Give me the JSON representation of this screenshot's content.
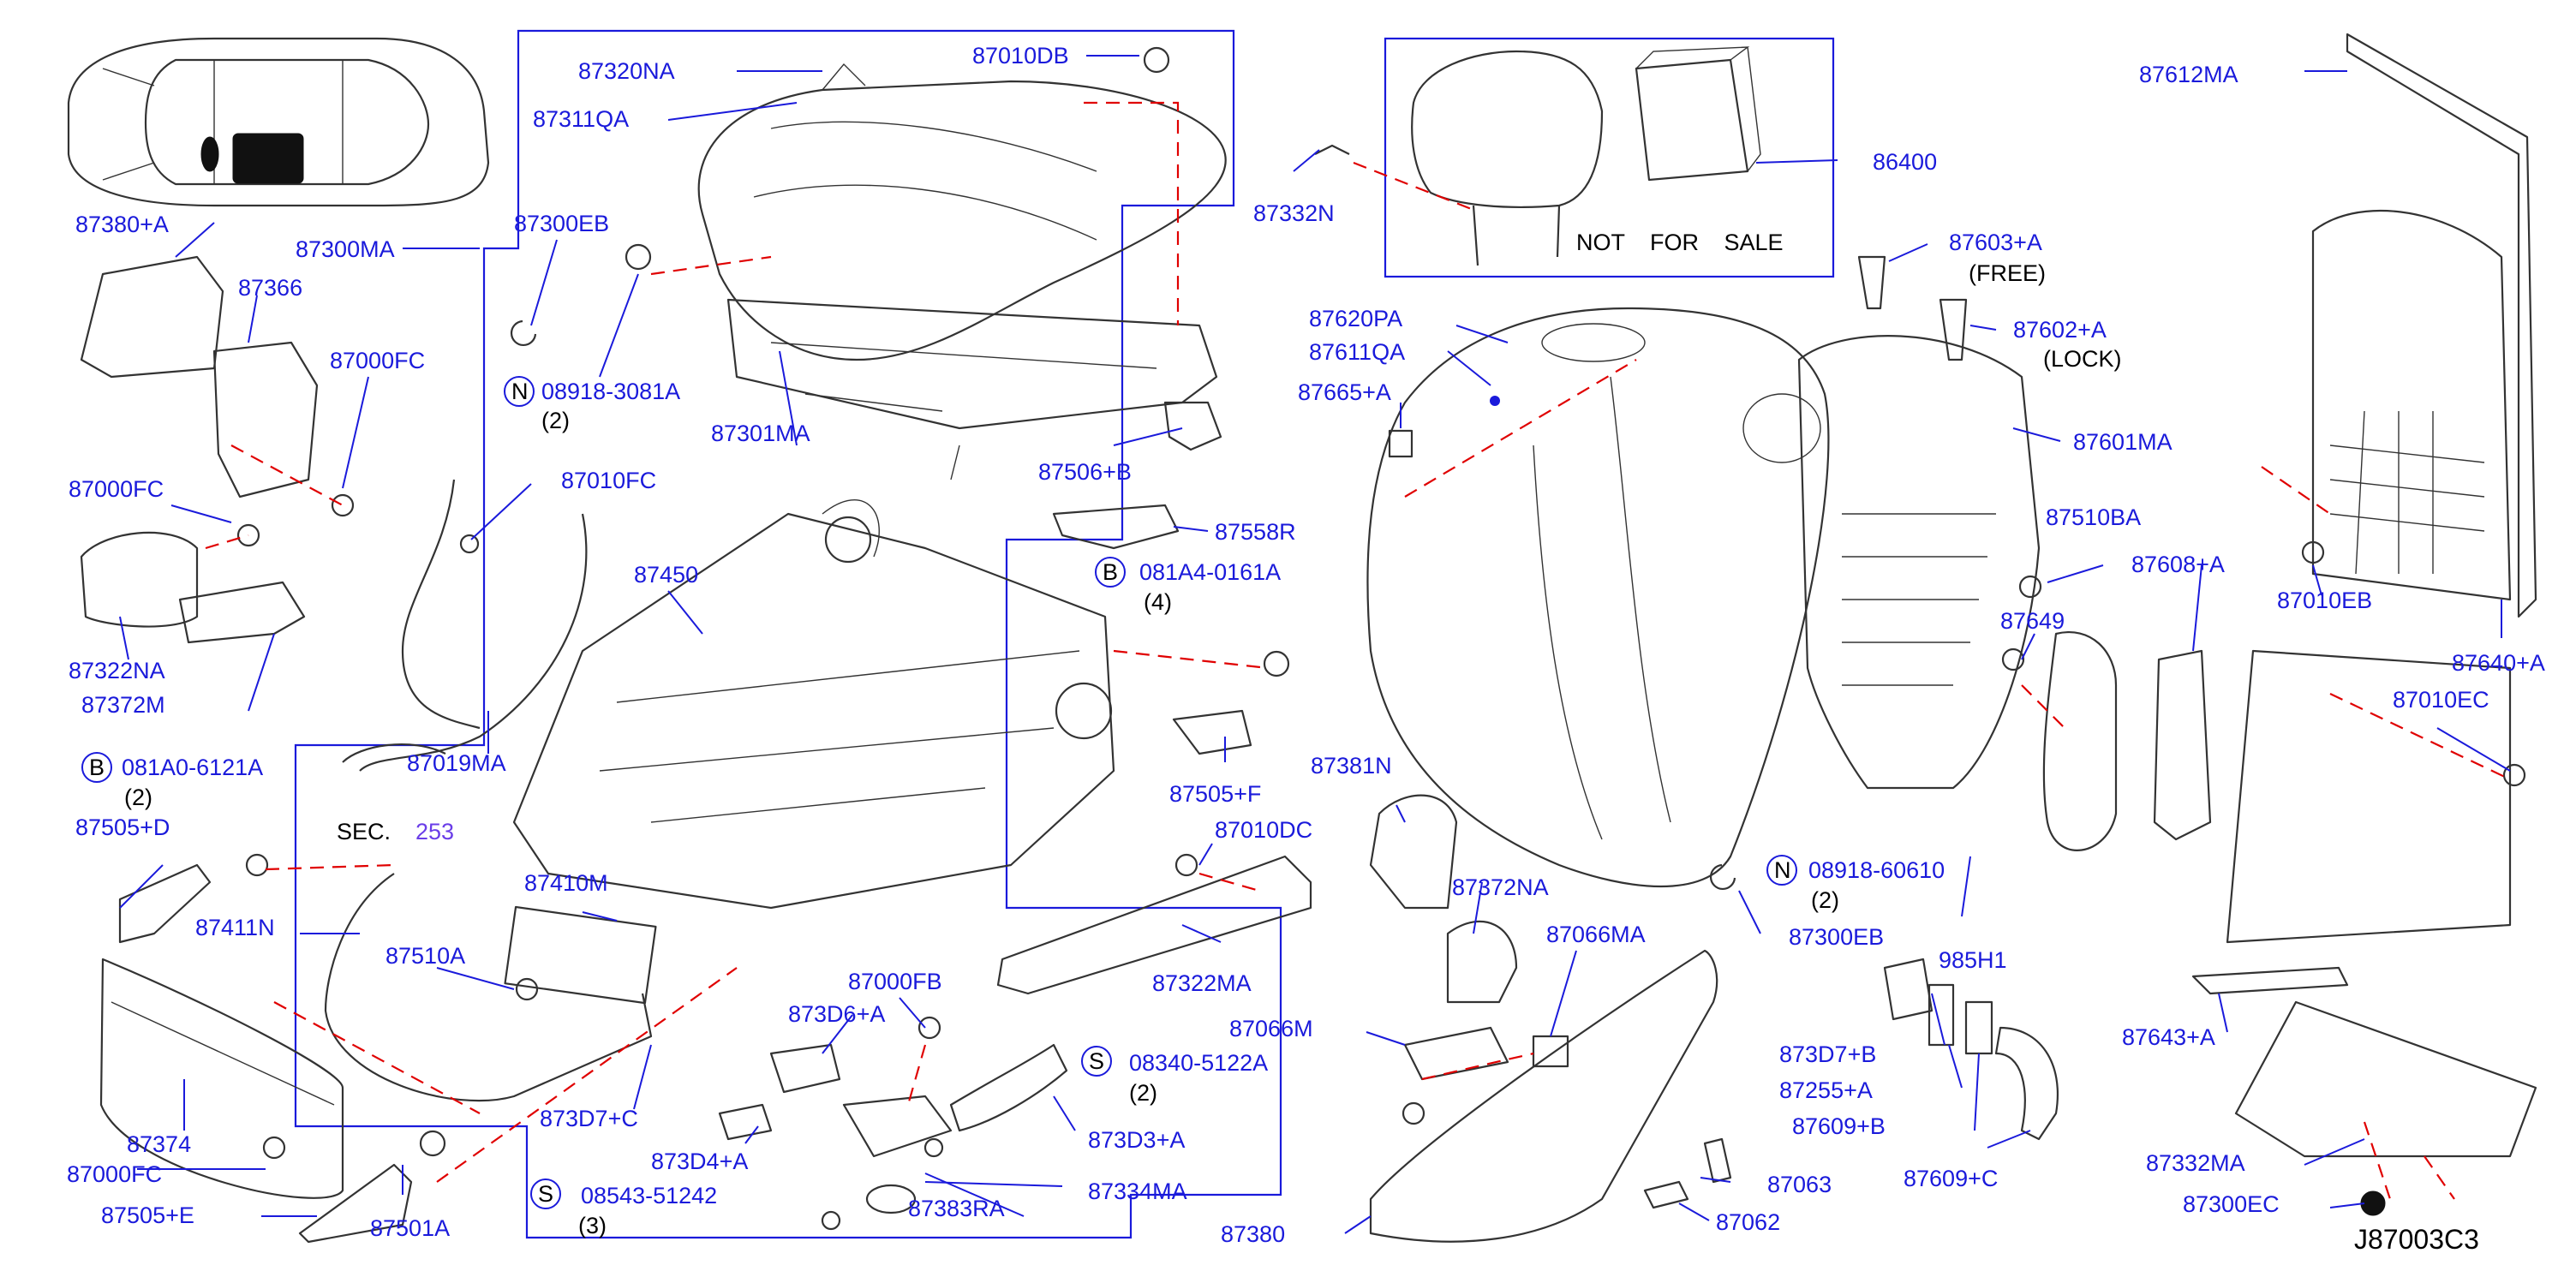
{
  "diagram": {
    "code": "J87003C3",
    "note": "NOT FOR SALE",
    "sec_prefix": "SEC.",
    "sec_number": "253",
    "colors": {
      "label": "#1a1adb",
      "dashed": "#e00000",
      "line": "#333333",
      "section": "#6a3de8"
    },
    "labels": {
      "l87320NA": "87320NA",
      "l87311QA": "87311QA",
      "l87010DB": "87010DB",
      "l87300EB_a": "87300EB",
      "l87300MA": "87300MA",
      "l87380A": "87380+A",
      "l87366": "87366",
      "l87000FC_a": "87000FC",
      "l87000FC_b": "87000FC",
      "l87322NA": "87322NA",
      "l87372M": "87372M",
      "l08918_3081A": "08918-3081A",
      "l87301MA": "87301MA",
      "l87010FC": "87010FC",
      "l87450": "87450",
      "l87019MA": "87019MA",
      "l081A0": "081A0-6121A",
      "l87505D": "87505+D",
      "l87411N": "87411N",
      "l87410M": "87410M",
      "l87510A": "87510A",
      "l87374": "87374",
      "l87000FC_c": "87000FC",
      "l87505E": "87505+E",
      "l87501A": "87501A",
      "l873D7C": "873D7+C",
      "l08543": "08543-51242",
      "l87000FB": "87000FB",
      "l873D6A": "873D6+A",
      "l873D4A": "873D4+A",
      "l87383RA": "87383RA",
      "l87334MA": "87334MA",
      "l873D3A": "873D3+A",
      "l08340": "08340-5122A",
      "l87322MA": "87322MA",
      "l87010DC": "87010DC",
      "l87505F": "87505+F",
      "l081A4": "081A4-0161A",
      "l87558R": "87558R",
      "l87506B": "87506+B",
      "l87332N": "87332N",
      "l86400": "86400",
      "l87620PA": "87620PA",
      "l87611QA": "87611QA",
      "l87665A": "87665+A",
      "l87603A": "87603+A",
      "l87602A": "87602+A",
      "l87601MA": "87601MA",
      "l87510BA": "87510BA",
      "l87649": "87649",
      "l87608A": "87608+A",
      "l87612MA": "87612MA",
      "l87010EB": "87010EB",
      "l87640A": "87640+A",
      "l87010EC": "87010EC",
      "l87381N": "87381N",
      "l87372NA": "87372NA",
      "l87066MA": "87066MA",
      "l87066M": "87066M",
      "l08918_60610": "08918-60610",
      "l87300EB_b": "87300EB",
      "l985H1": "985H1",
      "l873D7B": "873D7+B",
      "l87255A": "87255+A",
      "l87609B": "87609+B",
      "l87609C": "87609+C",
      "l87643A": "87643+A",
      "l87332MA": "87332MA",
      "l87300EC": "87300EC",
      "l87380": "87380",
      "l87063": "87063",
      "l87062": "87062"
    },
    "qty": {
      "q08918_3081A": "(2)",
      "q081A0": "(2)",
      "q081A4": "(4)",
      "q08543": "(3)",
      "q08340": "(2)",
      "q08918_60610": "(2)"
    },
    "notes": {
      "free": "(FREE)",
      "lock": "(LOCK)"
    },
    "circle_letters": {
      "c08918_3081A": "N",
      "c081A0": "B",
      "c081A4": "B",
      "c08543": "S",
      "c08340": "S",
      "c08918_60610": "N"
    }
  }
}
